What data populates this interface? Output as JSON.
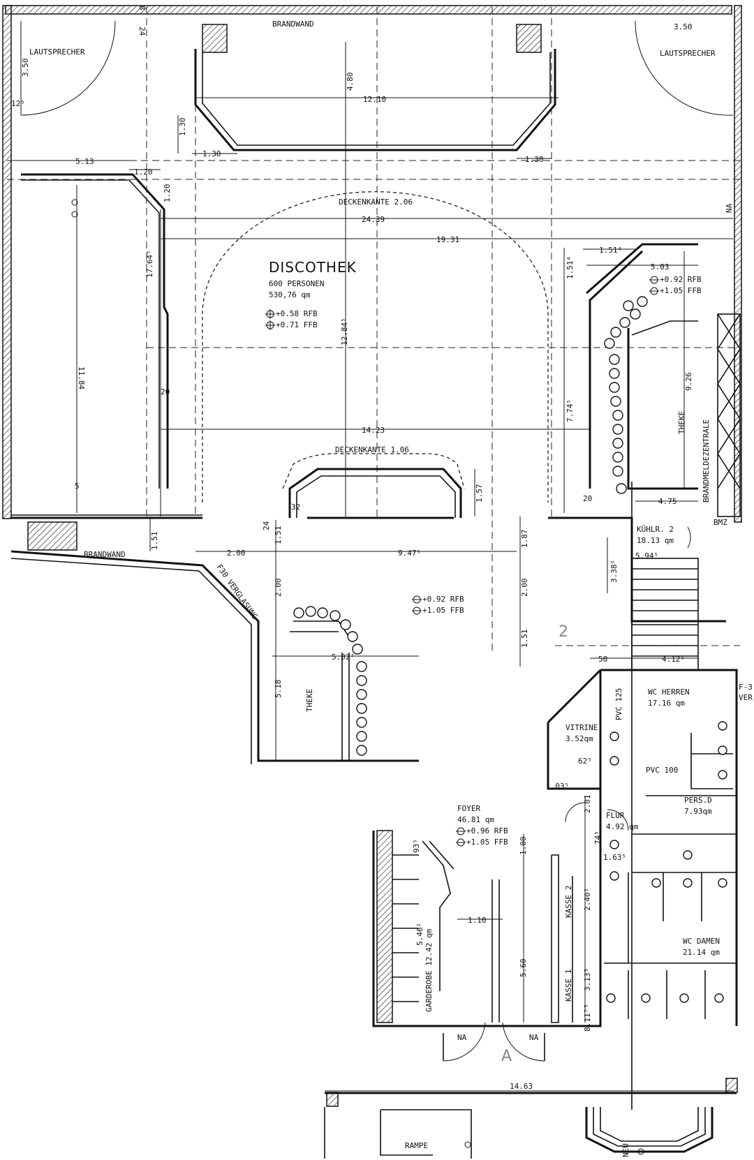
{
  "rooms": {
    "discothek": {
      "name": "DISCOTHEK",
      "persons": "600 PERSONEN",
      "area": "530,76 qm",
      "level1": "+0.58 RFB",
      "level2": "+0.71 FFB"
    },
    "bar_level1": "+0.92 RFB",
    "bar_level2": "+1.05 FFB",
    "lower_level1": "+0.92 RFB",
    "lower_level2": "+1.05 FFB",
    "kuehlr": {
      "name": "KÜHLR. 2",
      "area": "18.13 qm"
    },
    "wc_herren": {
      "name": "WC HERREN",
      "area": "17.16 qm"
    },
    "vitrine": {
      "name": "VITRINE",
      "area": "3.52qm"
    },
    "pers": {
      "name": "PERS.D",
      "area": "7.93qm"
    },
    "flur": {
      "name": "FLUR",
      "area": "4.92 qm"
    },
    "foyer": {
      "name": "FOYER",
      "area": "46.81 qm",
      "level1": "+0.96 RFB",
      "level2": "+1.05 FFB"
    },
    "wc_damen": {
      "name": "WC DAMEN",
      "area": "21.14 qm"
    },
    "garderobe": "GARDEROBE 12.42 qm",
    "kasse1": "KASSE 1",
    "kasse2": "KASSE 2",
    "theke": "THEKE",
    "theke2": "THEKE",
    "brandmelde": "BRANDMELDEZENTRALE",
    "rampe": "RAMPE"
  },
  "labels": {
    "brandwand_top": "BRANDWAND",
    "brandwand_left": "BRANDWAND",
    "lautsprecher_l": "LAUTSPRECHER",
    "lautsprecher_r": "LAUTSPRECHER",
    "deckenkante1": "DECKENKANTE 2.06",
    "deckenkante2": "DECKENKANTE 1.06",
    "f30": "F30 VERGLASUNG",
    "pvc125": "PVC 125",
    "pvc100": "PVC 100",
    "na_right": "NA",
    "na1": "NA",
    "na2": "NA",
    "neu": "NEU",
    "grid2": "2",
    "gridA": "A",
    "f3": "F-3",
    "ver": "VER",
    "bmz_top": "BMZ"
  },
  "dims": {
    "d350a": "3.50",
    "d350b": "3.50",
    "d125": "12⁵",
    "d480": "4.80",
    "d1210": "12.10",
    "d130a": "1.30",
    "d130b": "1.30",
    "d130c": "1.30",
    "d513": "5.13",
    "d120a": "1.20",
    "d120b": "1.20",
    "d2439": "24.39",
    "d1931": "19.31",
    "d1764": "17.64⁵",
    "d1184": "11.84",
    "d1284": "12.84⁵",
    "d1423": "14.23",
    "d151a": "1.51⁴",
    "d151b": "1.51⁴",
    "d503": "5.03",
    "d926": "9.26",
    "d774": "7.74⁵",
    "d475": "4.75",
    "d157": "1.57",
    "d200a": "2.00",
    "d947": "9.47⁵",
    "d187": "1.87",
    "d151c": "1.51",
    "d151d": "1.51",
    "d200b": "2.00",
    "d200c": "2.00",
    "d151e": "1.51",
    "d502": "5.02⁷",
    "d518": "5.18",
    "d412": "4.12⁵",
    "d338": "3.38⁵",
    "d594": "5.94⁵",
    "d62": "62⁵",
    "d103": "1.03⁵",
    "d201": "2.01",
    "d100": "1.00",
    "d110": "1.10",
    "d560": "5.60",
    "d546": "5.46²",
    "d163": "1.63⁵",
    "d240": "2.40²",
    "d313": "3.13⁵",
    "d14": "14.63",
    "d24": "24",
    "d8": "8",
    "d5": "5",
    "d20a": "20",
    "d20b": "20",
    "d24b": "24",
    "d32": "32",
    "d50": "50",
    "d74": "74⁵",
    "d93": "93⁵",
    "d117": "8.11⁷⁵"
  }
}
